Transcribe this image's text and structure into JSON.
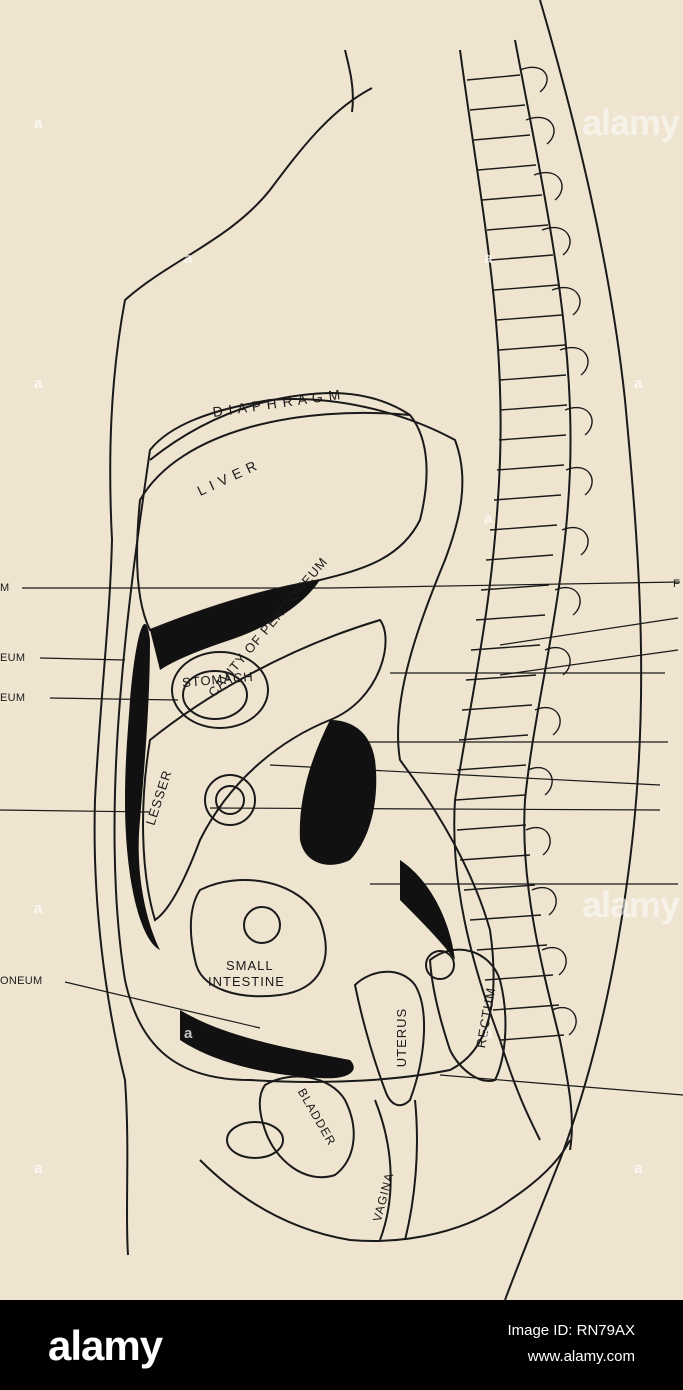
{
  "diagram": {
    "left_labels": [
      "M",
      "EUM",
      "EUM",
      "ONEUM"
    ],
    "organ_labels": {
      "diaphragm": "D I A P H R A G M",
      "liver": "L I V E R",
      "stomach": "STOMACH",
      "cavity_of_peritoneum": "CAVITY OF PERITONEUM",
      "lesser": "LESSER",
      "small_intestine_1": "SMALL",
      "small_intestine_2": "INTESTINE",
      "uterus": "UTERUS",
      "rectum": "RECTUM",
      "bladder": "BLADDER",
      "vagina": "VAGINA"
    },
    "right_labels": [
      "F"
    ]
  },
  "watermark": {
    "mark": "a",
    "word": "alamy"
  },
  "footer": {
    "logo": "alamy",
    "image_id": "Image ID: RN79AX",
    "url": "www.alamy.com"
  },
  "colors": {
    "paper": "#efe4cf",
    "ink": "#1a1a1a",
    "footer_bg": "#000000"
  }
}
